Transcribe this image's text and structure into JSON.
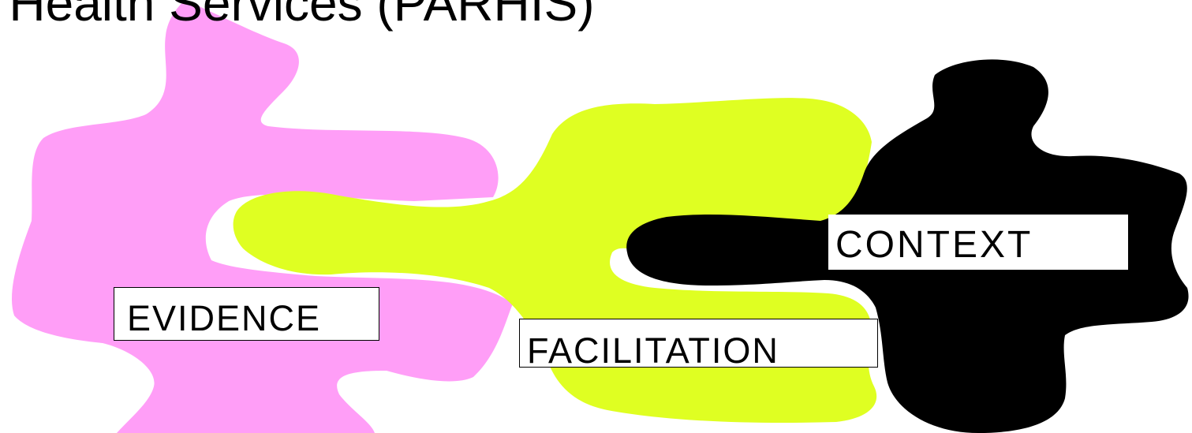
{
  "title": "n Health Services (PARHIS)",
  "pieces": [
    {
      "label": "EVIDENCE",
      "color": "#ff9ef7"
    },
    {
      "label": "FACILITATION",
      "color": "#dfff22"
    },
    {
      "label": "CONTEXT",
      "color": "#000000"
    }
  ]
}
